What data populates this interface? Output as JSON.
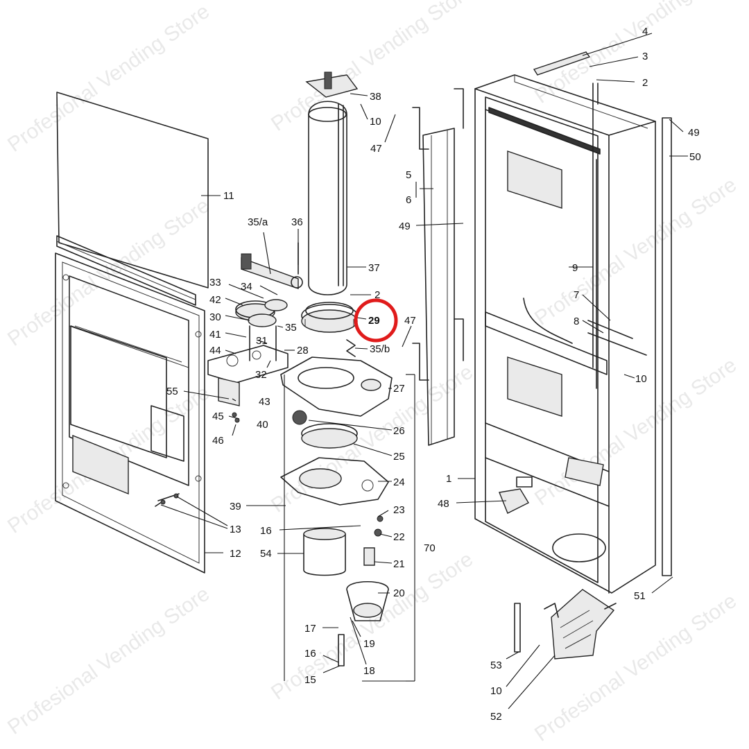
{
  "watermark": "Profesional Vending Store",
  "highlight": {
    "label": "29",
    "color": "#e01b1b"
  },
  "callouts": [
    {
      "label": "4"
    },
    {
      "label": "3"
    },
    {
      "label": "2"
    },
    {
      "label": "38"
    },
    {
      "label": "10"
    },
    {
      "label": "47"
    },
    {
      "label": "49"
    },
    {
      "label": "50"
    },
    {
      "label": "11"
    },
    {
      "label": "35/a"
    },
    {
      "label": "36"
    },
    {
      "label": "5"
    },
    {
      "label": "6"
    },
    {
      "label": "49"
    },
    {
      "label": "37"
    },
    {
      "label": "9"
    },
    {
      "label": "33"
    },
    {
      "label": "34"
    },
    {
      "label": "2"
    },
    {
      "label": "7"
    },
    {
      "label": "42"
    },
    {
      "label": "29"
    },
    {
      "label": "47"
    },
    {
      "label": "8"
    },
    {
      "label": "30"
    },
    {
      "label": "35"
    },
    {
      "label": "41"
    },
    {
      "label": "31"
    },
    {
      "label": "35/b"
    },
    {
      "label": "44"
    },
    {
      "label": "28"
    },
    {
      "label": "32"
    },
    {
      "label": "10"
    },
    {
      "label": "55"
    },
    {
      "label": "27"
    },
    {
      "label": "43"
    },
    {
      "label": "45"
    },
    {
      "label": "40"
    },
    {
      "label": "46"
    },
    {
      "label": "26"
    },
    {
      "label": "25"
    },
    {
      "label": "1"
    },
    {
      "label": "24"
    },
    {
      "label": "39"
    },
    {
      "label": "48"
    },
    {
      "label": "13"
    },
    {
      "label": "23"
    },
    {
      "label": "16"
    },
    {
      "label": "22"
    },
    {
      "label": "70"
    },
    {
      "label": "12"
    },
    {
      "label": "54"
    },
    {
      "label": "21"
    },
    {
      "label": "20"
    },
    {
      "label": "51"
    },
    {
      "label": "17"
    },
    {
      "label": "19"
    },
    {
      "label": "16"
    },
    {
      "label": "18"
    },
    {
      "label": "53"
    },
    {
      "label": "15"
    },
    {
      "label": "10"
    },
    {
      "label": "52"
    }
  ]
}
